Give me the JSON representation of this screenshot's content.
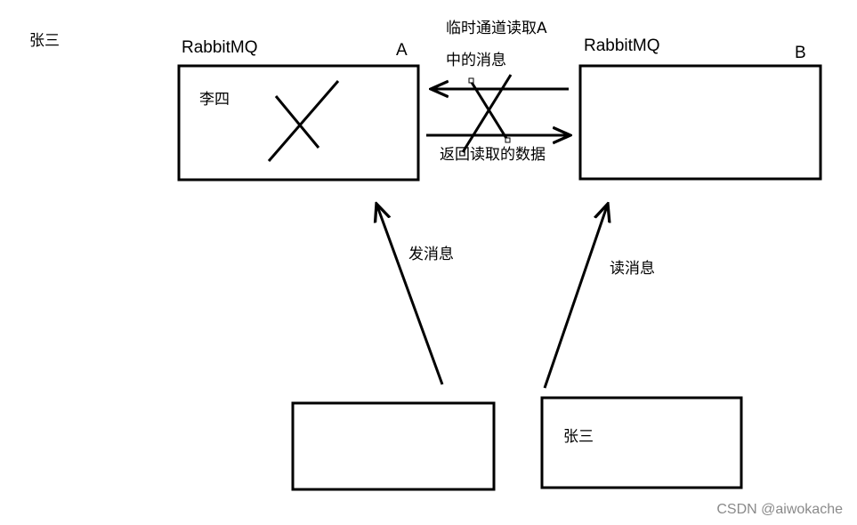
{
  "labels": {
    "corner_person": "张三",
    "rabbitmq_a": "RabbitMQ",
    "node_a_tag": "A",
    "rabbitmq_b": "RabbitMQ",
    "node_b_tag": "B",
    "queue_a_user": "李四",
    "temp_channel_line1": "临时通道读取A",
    "temp_channel_line2": "中的消息",
    "return_data": "返回读取的数据",
    "send_message": "发消息",
    "read_message": "读消息",
    "client_right_user": "张三"
  },
  "watermark": "CSDN @aiwokache",
  "colors": {
    "stroke": "#000000",
    "background": "#ffffff",
    "watermark": "#8a8a8a"
  }
}
